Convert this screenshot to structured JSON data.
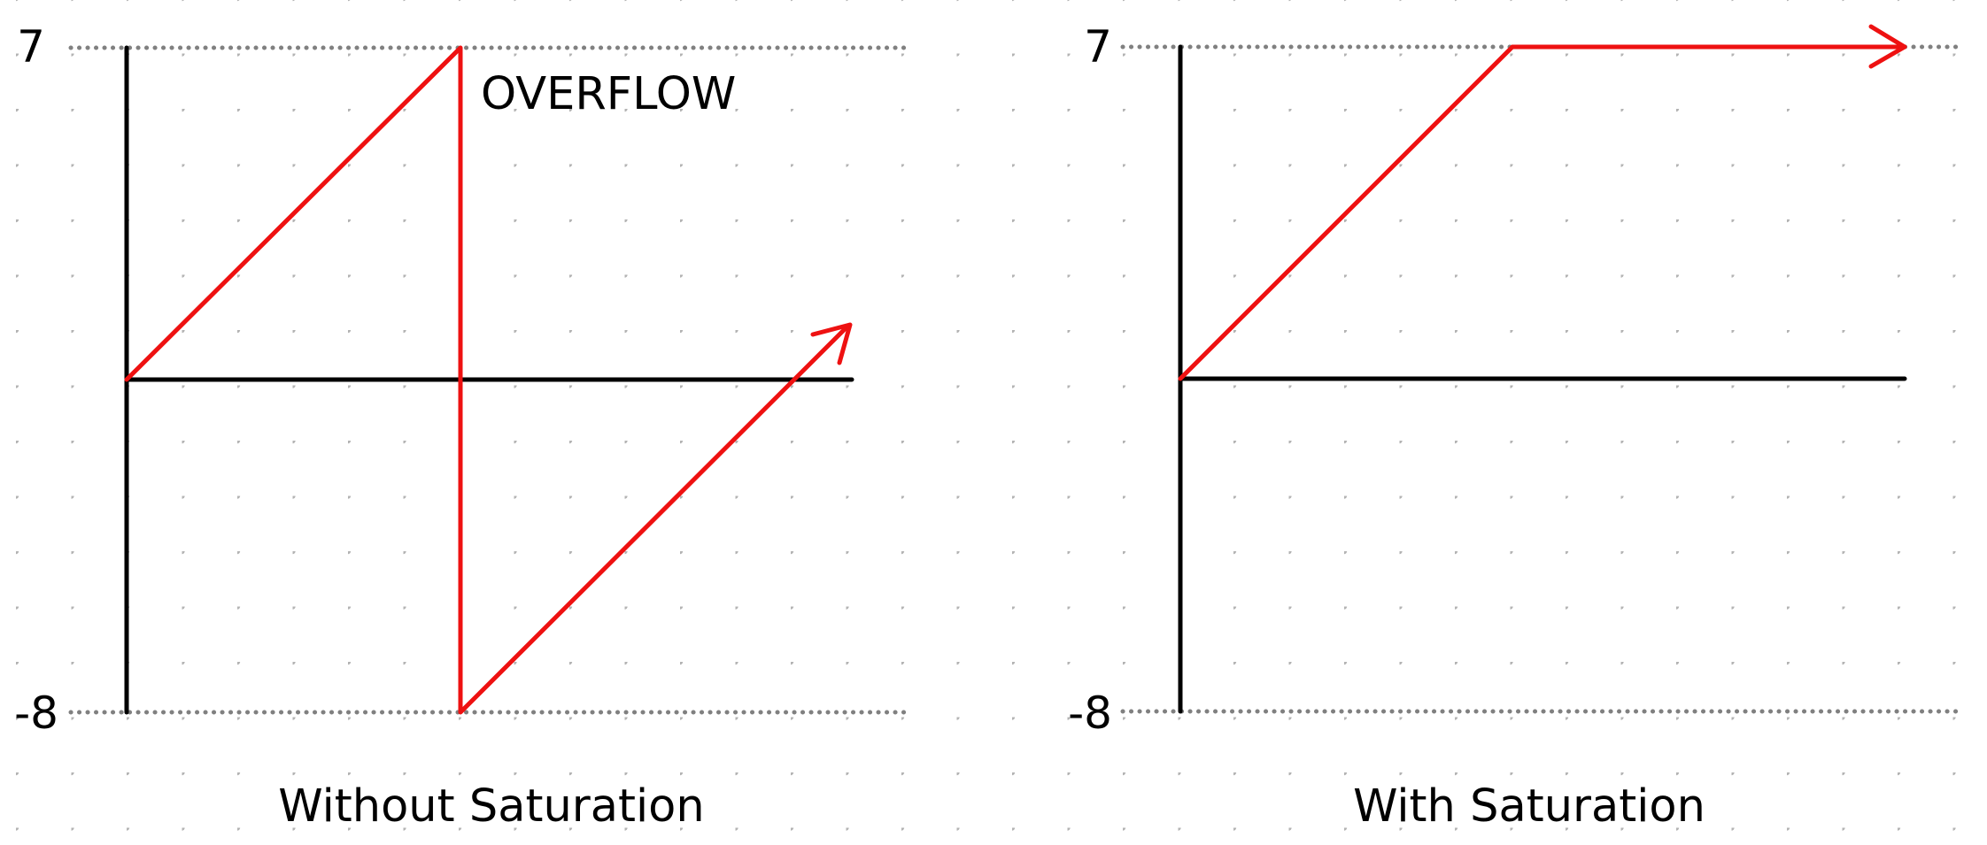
{
  "colors": {
    "background": "#ffffff",
    "grid_dot": "#b3b3b3",
    "limit_line": "#808080",
    "axis": "#000000",
    "signal": "#ee1111",
    "text": "#000000",
    "annotation": "#ee1111"
  },
  "panels": [
    {
      "id": "without-saturation",
      "title": "Without Saturation",
      "y_max_label": "7",
      "y_min_label": "-8",
      "annotation": "OVERFLOW",
      "behavior": "wraparound"
    },
    {
      "id": "with-saturation",
      "title": "With Saturation",
      "y_max_label": "7",
      "y_min_label": "-8",
      "annotation": "",
      "behavior": "saturate"
    }
  ]
}
